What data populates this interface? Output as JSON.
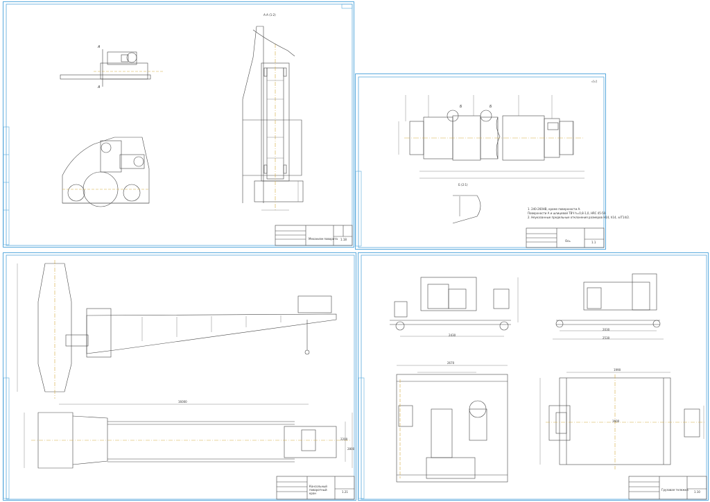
{
  "sheets": [
    {
      "title": "Механизм поворота",
      "code": "1.18",
      "sheet_no": "1",
      "section_label": "А-А (1:2)",
      "view_marks": [
        "А",
        "А"
      ]
    },
    {
      "title": "Ось",
      "code": "1.1",
      "sheet_no": "1",
      "corner_note": "√(√)",
      "detail_label": "Б (2:1)",
      "section_marks": [
        "Б",
        "Б"
      ],
      "notes": [
        "1. 240-260НВ, кроме поверхности А.",
        "Поверхности А и шлицевой ТВЧ h=0,8-1,0, HRC 45-50.",
        "2. Неуказанные предельные отклонения размеров Н14, h14, ±IT14/2."
      ]
    },
    {
      "title": "Консольный поворотный кран",
      "code": "1.21",
      "sheet_no": "1",
      "dims": [
        "16000",
        "2200",
        "2800"
      ]
    },
    {
      "title": "Грузовая тележка",
      "code": "1.10",
      "sheet_no": "1",
      "dims": [
        "2430",
        "2030",
        "2530",
        "2670",
        "1990",
        "1600"
      ]
    }
  ],
  "colors": {
    "frame": "#58a9dd",
    "line": "#3a3a3a",
    "center": "#d4a93a",
    "dim": "#6a6a6a"
  }
}
